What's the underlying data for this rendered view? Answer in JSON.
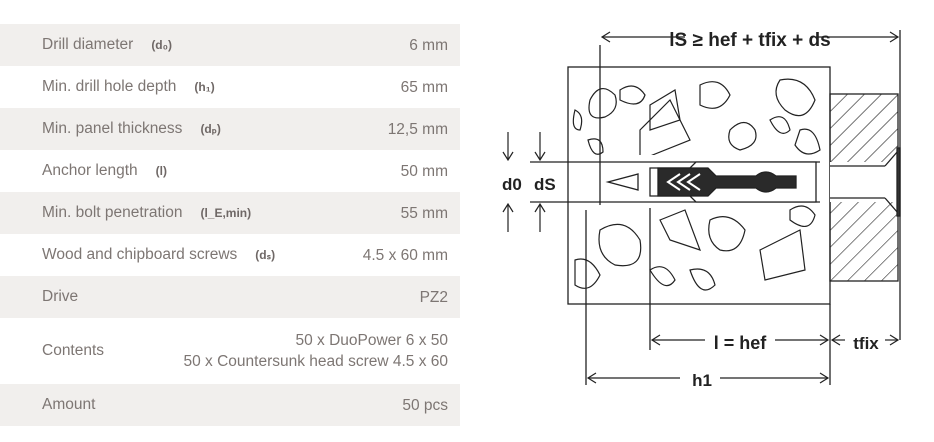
{
  "specs": [
    {
      "label": "Drill diameter",
      "symbol": "(d₀)",
      "value": "6 mm"
    },
    {
      "label": "Min. drill hole depth",
      "symbol": "(h₁)",
      "value": "65 mm"
    },
    {
      "label": "Min. panel thickness",
      "symbol": "(dₚ)",
      "value": "12,5 mm"
    },
    {
      "label": "Anchor length",
      "symbol": "(l)",
      "value": "50 mm"
    },
    {
      "label": "Min. bolt penetration",
      "symbol": "(l_E,min)",
      "value": "55 mm"
    },
    {
      "label": "Wood and chipboard screws",
      "symbol": "(dₛ)",
      "value": "4.5 x 60 mm"
    },
    {
      "label": "Drive",
      "value": "PZ2"
    },
    {
      "label": "Contents",
      "value_lines": [
        "50 x DuoPower 6 x 50",
        "50 x Countersunk head screw 4.5 x 60"
      ]
    },
    {
      "label": "Amount",
      "value": "50 pcs"
    }
  ],
  "diagram": {
    "ls_label": "lS ≥ hef + tfix + ds",
    "l_label": "l = hef",
    "tfix_label": "tfix",
    "h1_label": "h1",
    "d0_label": "d0",
    "ds_label": "dS"
  }
}
